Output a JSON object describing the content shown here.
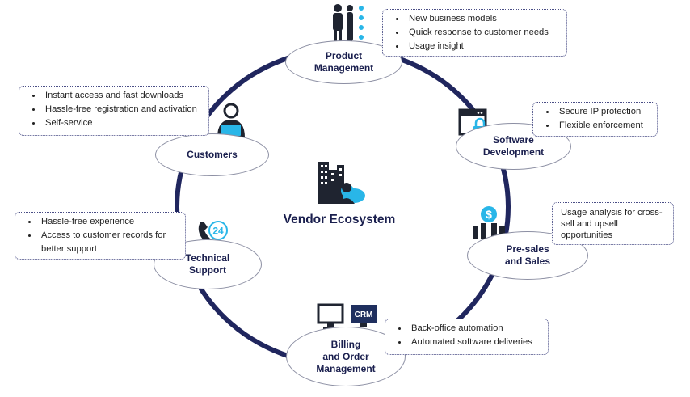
{
  "center": {
    "title": "Vendor Ecosystem"
  },
  "nodes": {
    "product": "Product\nManagement",
    "software": "Software\nDevelopment",
    "presales": "Pre-sales\nand Sales",
    "billing": "Billing\nand Order\nManagement",
    "support": "Technical\nSupport",
    "customers": "Customers"
  },
  "boxes": {
    "product": [
      "New business models",
      "Quick response to customer needs",
      "Usage insight"
    ],
    "software": [
      "Secure IP protection",
      "Flexible enforcement"
    ],
    "presales": "Usage analysis for cross-sell and upsell opportunities",
    "billing": [
      "Back-office automation",
      "Automated software deliveries"
    ],
    "support": [
      "Hassle-free experience",
      "Access to customer records for better support"
    ],
    "customers": [
      "Instant access and fast downloads",
      "Hassle-free registration and activation",
      "Self-service"
    ]
  },
  "icons": {
    "crm_label": "CRM",
    "support_label": "24",
    "presales_symbol": "$"
  },
  "colors": {
    "ring": "#20265e",
    "dark": "#1a1f4e",
    "cyan": "#29b6e8",
    "icon_dark": "#1f2430"
  }
}
